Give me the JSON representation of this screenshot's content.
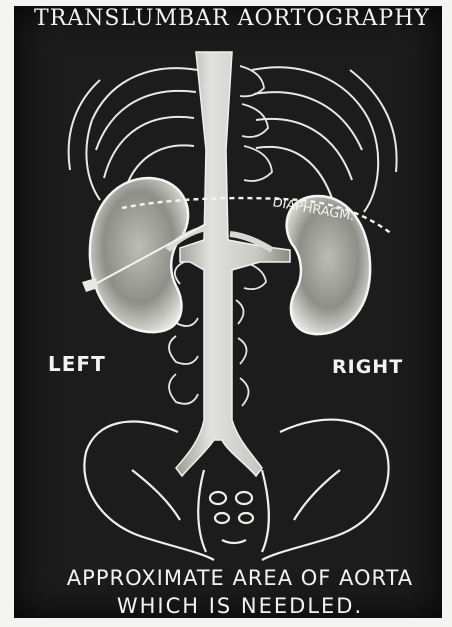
{
  "title": "TRANSLUMBAR AORTOGRAPHY",
  "labels": {
    "left": "LEFT",
    "right": "RIGHT"
  },
  "caption": {
    "line1": "APPROXIMATE AREA OF AORTA",
    "line2": "WHICH IS NEEDLED."
  },
  "annotation": "DIAPHRAGM.",
  "colors": {
    "background": "#1c1c1c",
    "chalk": "#f0f0ee",
    "aorta": "#d8d8d4",
    "kidney": "#cfcfcb"
  }
}
